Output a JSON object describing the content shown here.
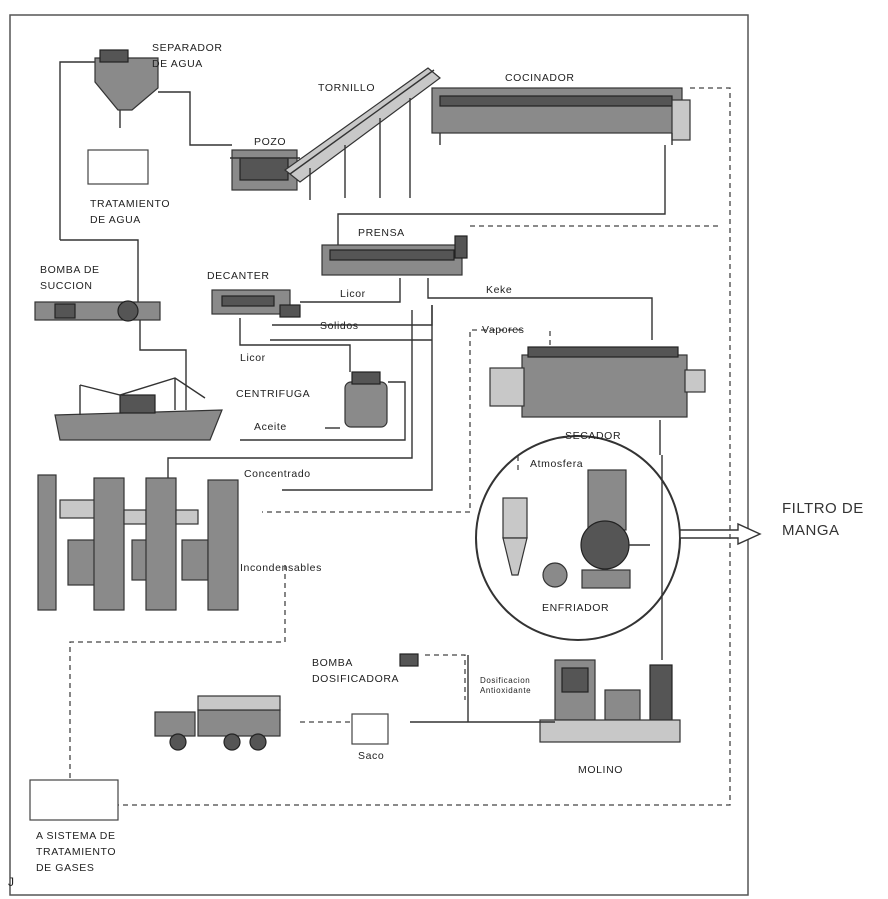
{
  "labels": {
    "separador": "SEPARADOR\nDE AGUA",
    "tornillo": "TORNILLO",
    "cocinador": "COCINADOR",
    "pozo": "POZO",
    "tratamiento_agua": "TRATAMIENTO\nDE AGUA",
    "prensa": "PRENSA",
    "bomba_succion": "BOMBA DE\nSUCCION",
    "decanter": "DECANTER",
    "licor_1": "Licor",
    "keke": "Keke",
    "solidos": "Solidos",
    "vapores": "Vapores",
    "licor_2": "Licor",
    "centrifuga": "CENTRIFUGA",
    "aceite": "Aceite",
    "secador": "SECADOR",
    "atmosfera": "Atmosfera",
    "concentrado": "Concentrado",
    "filtro_manga": "FILTRO DE\nMANGA",
    "incondensables": "Incondensables",
    "enfriador": "ENFRIADOR",
    "bomba_dosificadora": "BOMBA\nDOSIFICADORA",
    "dosificacion": "Dosificacion\nAntioxidante",
    "saco": "Saco",
    "molino": "MOLINO",
    "sistema_gases": "A SISTEMA DE\nTRATAMIENTO\nDE GASES",
    "corner_mark": "J"
  }
}
